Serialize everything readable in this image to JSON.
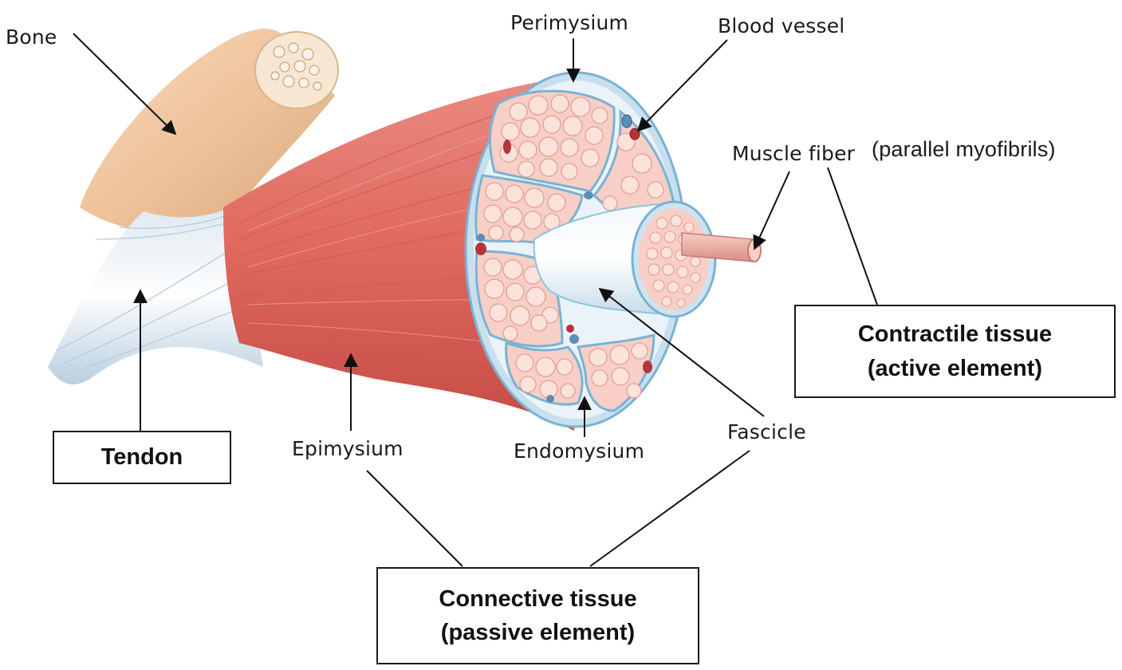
{
  "labels": {
    "bone": "Bone",
    "perimysium": "Perimysium",
    "blood_vessel": "Blood vessel",
    "muscle_fiber": "Muscle fiber",
    "parallel_myofibrils": "(parallel myofibrils)",
    "epimysium": "Epimysium",
    "endomysium": "Endomysium",
    "fascicle": "Fascicle"
  },
  "boxes": {
    "tendon": "Tendon",
    "contractile_line1": "Contractile tissue",
    "contractile_line2": "(active element)",
    "connective_line1": "Connective tissue",
    "connective_line2": "(passive element)"
  },
  "colors": {
    "muscle": "#e2685f",
    "muscle_dark": "#c94a45",
    "bone": "#f1c9a4",
    "tendon": "#eef2f6",
    "connective": "#8fc3dd",
    "fiber_fill": "#f7c2b6",
    "blood": "#b7333a"
  }
}
